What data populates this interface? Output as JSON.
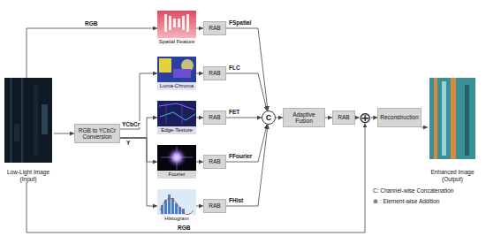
{
  "diagram": {
    "nodes": [
      {
        "text": [
          "Low-Light Image (Input)"
        ]
      },
      {
        "text": [
          "Spatial Feature"
        ]
      },
      {
        "text": [
          "RGB to YCbCr Conversion"
        ]
      },
      {
        "text": [
          "Luma-Chroma"
        ]
      },
      {
        "text": [
          "Edge-Texture"
        ]
      },
      {
        "text": [
          "Fourier"
        ]
      },
      {
        "text": [
          "Histogram"
        ]
      },
      {
        "text": [
          "RAB"
        ]
      },
      {
        "text": [
          "RAB"
        ]
      },
      {
        "text": [
          "RAB"
        ]
      },
      {
        "text": [
          "RAB"
        ]
      },
      {
        "text": [
          "RAB"
        ]
      },
      {
        "text": [
          "C"
        ]
      },
      {
        "text": [
          "Adaptive Fusion"
        ]
      },
      {
        "text": [
          "RAB"
        ]
      },
      {
        "text": [
          "⊕"
        ]
      },
      {
        "text": [
          "Reconstruction"
        ]
      },
      {
        "text": [
          "Enhanced Image (Output)"
        ]
      }
    ],
    "edges": [
      {
        "from": 0,
        "to": 1,
        "arrow": "to",
        "label": "RGB"
      },
      {
        "from": 0,
        "to": 2,
        "arrow": "to"
      },
      {
        "from": 0,
        "to": 15,
        "arrow": "to",
        "label": "RGB"
      },
      {
        "from": 2,
        "to": 3,
        "arrow": "to",
        "label": "YCbCr"
      },
      {
        "from": 2,
        "to": 4,
        "arrow": "to",
        "label": "Y"
      },
      {
        "from": 2,
        "to": 5,
        "arrow": "to"
      },
      {
        "from": 2,
        "to": 6,
        "arrow": "to"
      },
      {
        "from": 1,
        "to": 7,
        "arrow": "to"
      },
      {
        "from": 3,
        "to": 8,
        "arrow": "to"
      },
      {
        "from": 4,
        "to": 9,
        "arrow": "to"
      },
      {
        "from": 5,
        "to": 10,
        "arrow": "to"
      },
      {
        "from": 6,
        "to": 11,
        "arrow": "to"
      },
      {
        "from": 7,
        "to": 12,
        "arrow": "to",
        "label": "FSpatial"
      },
      {
        "from": 8,
        "to": 12,
        "arrow": "to",
        "label": "FLC"
      },
      {
        "from": 9,
        "to": 12,
        "arrow": "to",
        "label": "FET"
      },
      {
        "from": 10,
        "to": 12,
        "arrow": "to",
        "label": "FFourier"
      },
      {
        "from": 11,
        "to": 12,
        "arrow": "to",
        "label": "FHist"
      },
      {
        "from": 12,
        "to": 13,
        "arrow": "to"
      },
      {
        "from": 13,
        "to": 14,
        "arrow": "to"
      },
      {
        "from": 14,
        "to": 15,
        "arrow": "to"
      },
      {
        "from": 15,
        "to": 16,
        "arrow": "to"
      },
      {
        "from": 16,
        "to": 17,
        "arrow": "to"
      }
    ],
    "legend": [
      {
        "text": "C: Channel-wise Concatenation"
      },
      {
        "text": "⊕ : Element-wise Addition"
      }
    ]
  }
}
